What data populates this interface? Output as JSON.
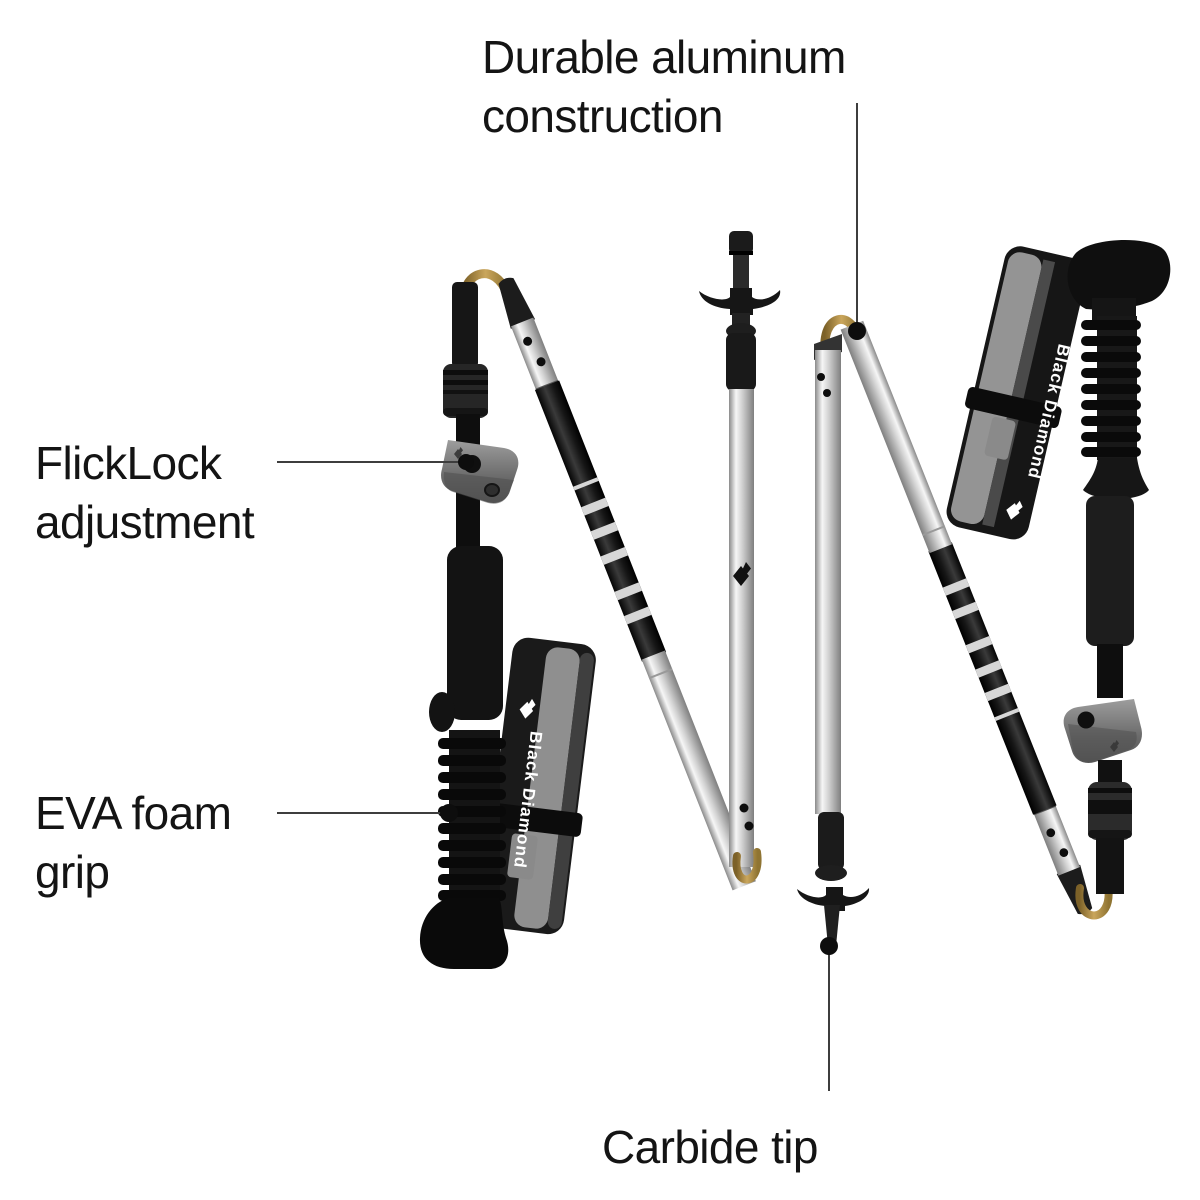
{
  "scene": {
    "background": "#ffffff",
    "description": "Black Diamond folding trekking poles feature diagram"
  },
  "product": {
    "brand": "Black Diamond",
    "colors": {
      "shaft_black": "#141414",
      "shaft_silver": "#d7d7d7",
      "clamp_gray": "#6e6e6e",
      "strap_gray": "#8f8f8f",
      "cable_gold": "#a0833f",
      "label_text": "#141414",
      "leader_line": "#3d3d3d"
    }
  },
  "callouts": [
    {
      "id": "durable-aluminum",
      "lines": [
        "Durable aluminum",
        "construction"
      ]
    },
    {
      "id": "flicklock",
      "lines": [
        "FlickLock",
        "adjustment"
      ]
    },
    {
      "id": "eva-foam-grip",
      "lines": [
        "EVA foam",
        "grip"
      ]
    },
    {
      "id": "carbide-tip",
      "lines": [
        "Carbide tip"
      ]
    }
  ]
}
